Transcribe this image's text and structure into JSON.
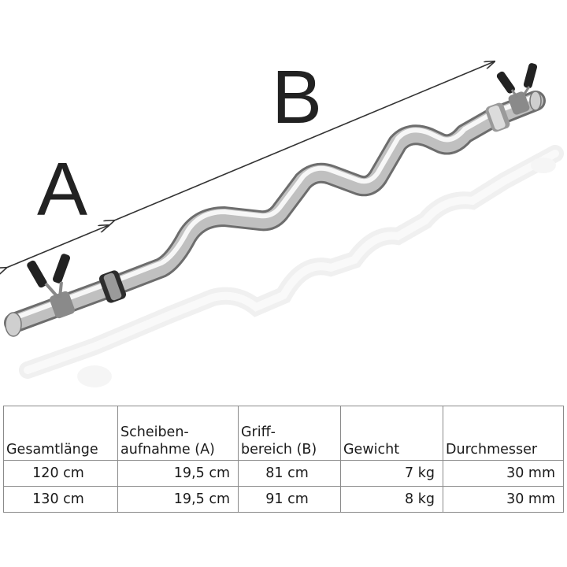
{
  "figure": {
    "label_a": "A",
    "label_b": "B",
    "colors": {
      "chrome_light": "#f4f4f4",
      "chrome_mid": "#b8b8b8",
      "chrome_dark": "#6d6d6d",
      "arrow": "#333333"
    },
    "icons": [
      "dimension-arrow-a",
      "dimension-arrow-b",
      "curl-bar",
      "spring-collar-icon"
    ]
  },
  "table": {
    "headers": [
      "Gesamtlänge",
      "Scheiben-\naufnahme (A)",
      "Griff-\nbereich (B)",
      "Gewicht",
      "Durchmesser"
    ],
    "rows": [
      [
        "120 cm",
        "19,5 cm",
        "81 cm",
        "7 kg",
        "30 mm"
      ],
      [
        "130 cm",
        "19,5 cm",
        "91 cm",
        "8 kg",
        "30 mm"
      ]
    ]
  }
}
